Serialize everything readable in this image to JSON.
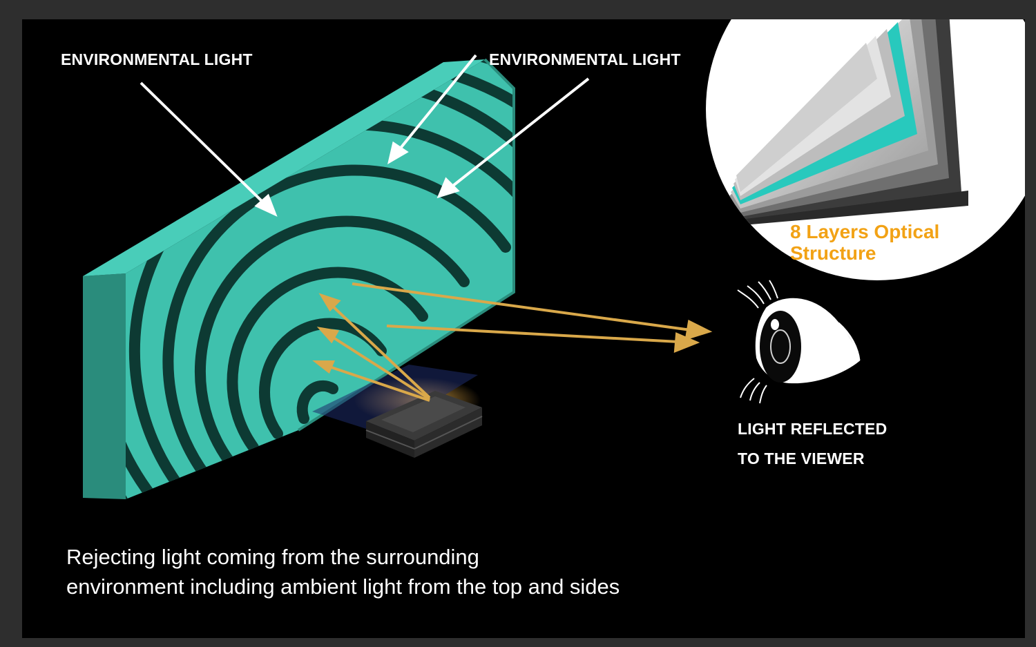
{
  "labels": {
    "env_light_left": "ENVIRONMENTAL LIGHT",
    "env_light_right": "ENVIRONMENTAL LIGHT",
    "reflected_line1": "LIGHT REFLECTED",
    "reflected_line2": "TO THE VIEWER"
  },
  "layers_caption": {
    "line1": "8 Layers Optical",
    "line2": "Structure"
  },
  "caption": {
    "line1": "Rejecting light coming from the surrounding",
    "line2": "environment including ambient light from the top and sides"
  },
  "colors": {
    "screen_teal": "#3fc1ad",
    "screen_side": "#2a8c7c",
    "ray_gold": "#d9a84a",
    "layers_orange": "#f2a215",
    "background": "#000000"
  },
  "icons": {
    "eye": "eye-icon",
    "projector": "projector-icon"
  }
}
